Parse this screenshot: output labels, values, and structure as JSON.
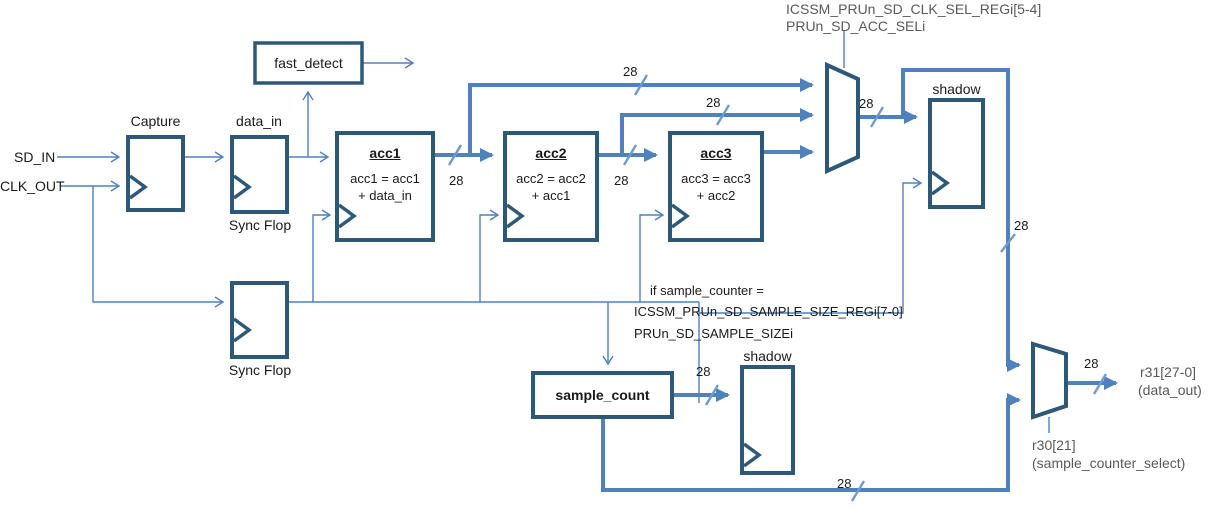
{
  "diagram": {
    "top_labels": {
      "reg1": "ICSSM_PRUn_SD_CLK_SEL_REGi[5-4]",
      "reg2": "PRUn_SD_ACC_SELi"
    },
    "inputs": {
      "sd_in": "SD_IN",
      "clk_out": "CLK_OUT"
    },
    "blocks": {
      "fast_detect": "fast_detect",
      "capture": "Capture",
      "data_in": "data_in",
      "sync_flop1": "Sync Flop",
      "sync_flop2": "Sync Flop",
      "acc1": {
        "title": "acc1",
        "formula1": "acc1 = acc1",
        "formula2": "+ data_in"
      },
      "acc2": {
        "title": "acc2",
        "formula1": "acc2 = acc2",
        "formula2": "+ acc1"
      },
      "acc3": {
        "title": "acc3",
        "formula1": "acc3 = acc3",
        "formula2": "+ acc2"
      },
      "sample_count": "sample_count",
      "shadow_acc": "shadow",
      "shadow_sample": "shadow"
    },
    "condition": {
      "line1": "if sample_counter =",
      "line2": "ICSSM_PRUn_SD_SAMPLE_SIZE_REGi[7-0]",
      "line3": "PRUn_SD_SAMPLE_SIZEi"
    },
    "outputs": {
      "r31": "r31[27-0]",
      "r31_sub": "(data_out)",
      "r30": "r30[21]",
      "r30_sub": "(sample_counter_select)"
    },
    "bus_width": "28",
    "colors": {
      "box_border": "#2E5877",
      "bus": "#4F81BD",
      "slash": "#6D9BD1",
      "text": "#1A1A1A",
      "muted_text": "#595959",
      "background": "#FFFFFF"
    }
  }
}
